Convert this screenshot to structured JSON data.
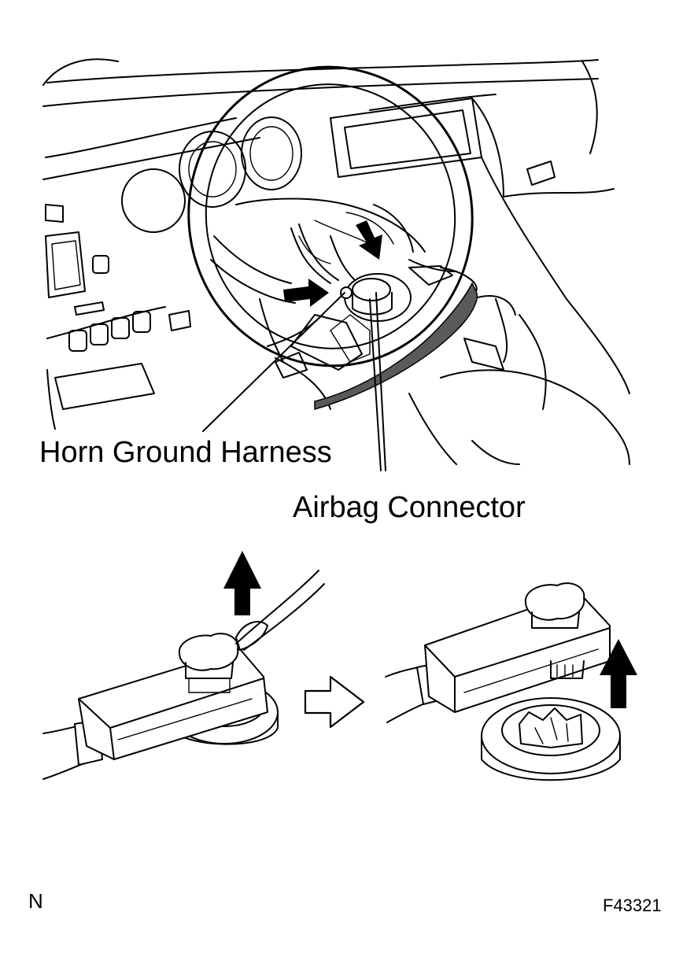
{
  "labels": {
    "horn_ground_harness": "Horn Ground Harness",
    "airbag_connector": "Airbag Connector"
  },
  "corner_mark": "N",
  "figure_code": "F43321"
}
